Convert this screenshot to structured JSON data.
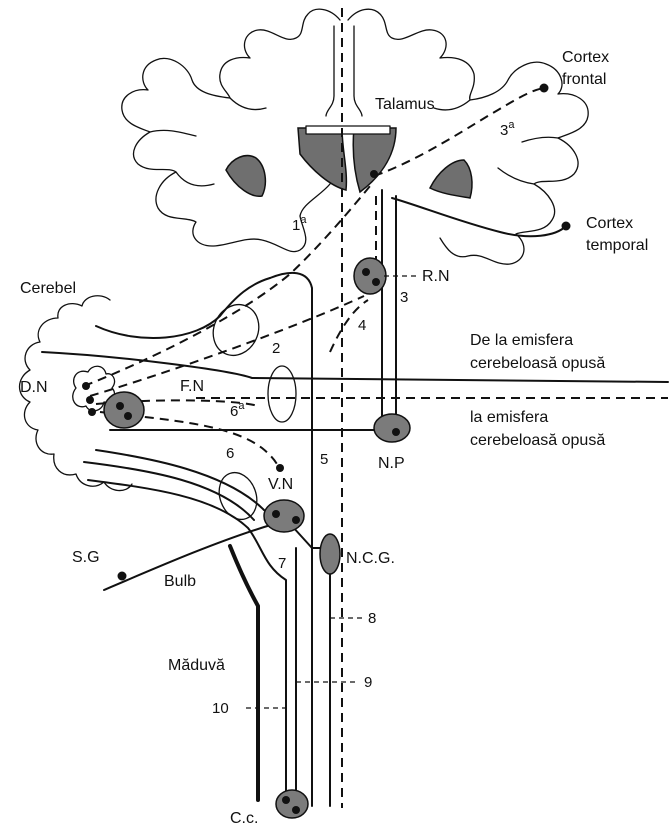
{
  "labels": {
    "cortex_frontal_1": "Cortex",
    "cortex_frontal_2": "frontal",
    "talamus": "Talamus",
    "cortex_temporal_1": "Cortex",
    "cortex_temporal_2": "temporal",
    "cerebel": "Cerebel",
    "rn": "R.N",
    "dn": "D.N",
    "fn": "F.N",
    "np": "N.P",
    "vn": "V.N",
    "ncg": "N.C.G.",
    "sg": "S.G",
    "bulb": "Bulb",
    "maduva": "Măduvă",
    "cc": "C.c.",
    "from_emisfera_1": "De la emisfera",
    "from_emisfera_2": "cerebeloasă opusă",
    "to_emisfera_1": "la emisfera",
    "to_emisfera_2": "cerebeloasă opusă"
  },
  "numbers": {
    "n1a": "1",
    "n1a_sup": "a",
    "n2": "2",
    "n3": "3",
    "n3a": "3",
    "n3a_sup": "a",
    "n4": "4",
    "n5": "5",
    "n6": "6",
    "n6a": "6",
    "n6a_sup": "a",
    "n7": "7",
    "n8": "8",
    "n9": "9",
    "n10": "10"
  }
}
